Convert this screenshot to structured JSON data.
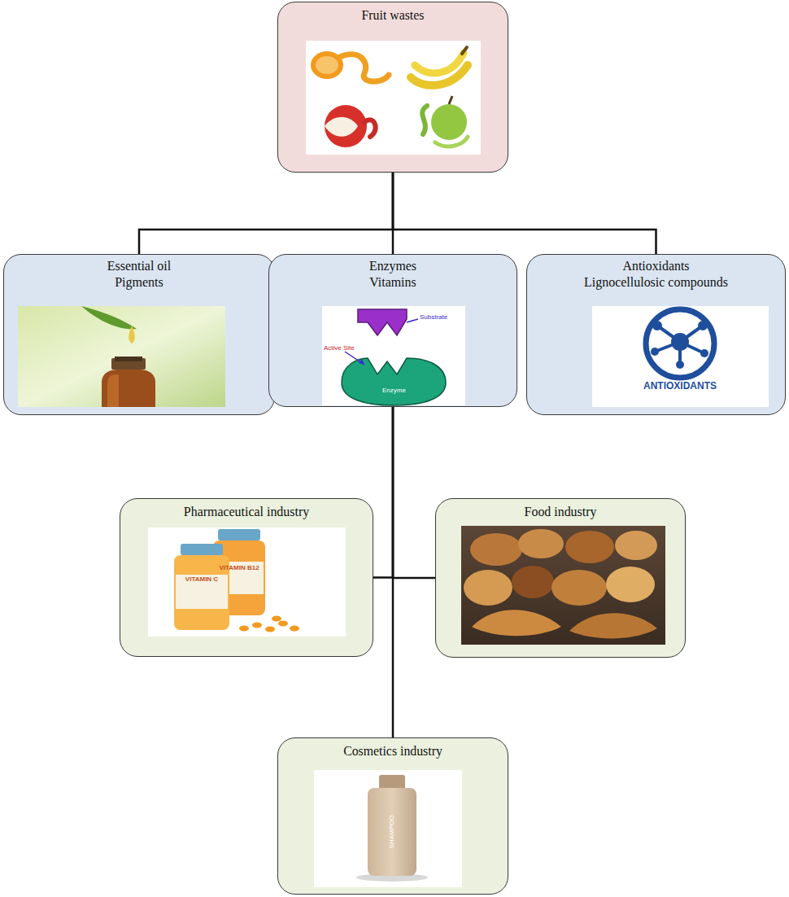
{
  "diagram": {
    "nodes": [
      {
        "text": [
          "Fruit wastes"
        ]
      },
      {
        "text": [
          "Essential oil",
          "Pigments"
        ]
      },
      {
        "text": [
          "Enzymes",
          "Vitamins"
        ]
      },
      {
        "text": [
          "Antioxidants",
          "Lignocellulosic compounds"
        ]
      },
      {
        "text": [
          "Pharmaceutical industry"
        ]
      },
      {
        "text": [
          "Food industry"
        ]
      },
      {
        "text": [
          "Cosmetics industry"
        ]
      }
    ],
    "edges": [
      {
        "from": 0,
        "to": 1,
        "arrow": "none"
      },
      {
        "from": 0,
        "to": 2,
        "arrow": "none"
      },
      {
        "from": 0,
        "to": 3,
        "arrow": "none"
      },
      {
        "from": 2,
        "to": 4,
        "arrow": "none"
      },
      {
        "from": 2,
        "to": 5,
        "arrow": "none"
      },
      {
        "from": 2,
        "to": 6,
        "arrow": "none"
      }
    ],
    "labels": [
      "Substrate",
      "Active Site",
      "Enzyme",
      "ANTIOXIDANTS",
      "VITAMIN C",
      "VITAMIN B12",
      "SHAMPOO"
    ]
  }
}
